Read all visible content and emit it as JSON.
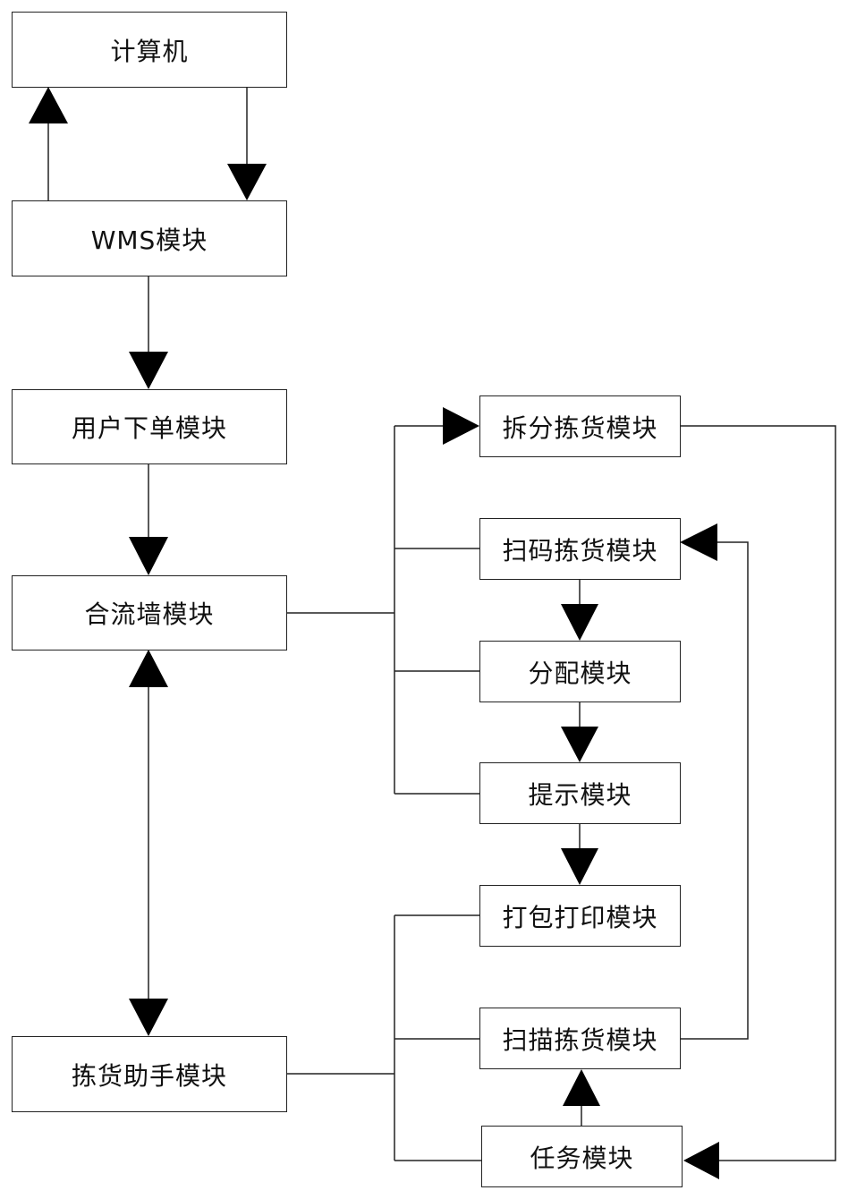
{
  "nodes": {
    "computer": "计算机",
    "wms": "WMS模块",
    "user_order": "用户下单模块",
    "merge_wall": "合流墙模块",
    "picking_assistant": "拣货助手模块",
    "split_picking": "拆分拣货模块",
    "scan_code_picking": "扫码拣货模块",
    "allocation": "分配模块",
    "prompt": "提示模块",
    "pack_print": "打包打印模块",
    "scan_picking": "扫描拣货模块",
    "task": "任务模块"
  },
  "edges": [
    {
      "from": "wms",
      "to": "computer"
    },
    {
      "from": "computer",
      "to": "wms"
    },
    {
      "from": "wms",
      "to": "user_order"
    },
    {
      "from": "user_order",
      "to": "merge_wall"
    },
    {
      "from": "merge_wall",
      "to": "picking_assistant",
      "bidirectional": true
    },
    {
      "from": "merge_wall",
      "to": "split_picking"
    },
    {
      "from": "merge_wall",
      "to": "scan_code_picking"
    },
    {
      "from": "merge_wall",
      "to": "allocation"
    },
    {
      "from": "merge_wall",
      "to": "prompt"
    },
    {
      "from": "scan_code_picking",
      "to": "allocation"
    },
    {
      "from": "allocation",
      "to": "prompt"
    },
    {
      "from": "prompt",
      "to": "pack_print"
    },
    {
      "from": "picking_assistant",
      "to": "pack_print"
    },
    {
      "from": "picking_assistant",
      "to": "scan_picking"
    },
    {
      "from": "picking_assistant",
      "to": "task"
    },
    {
      "from": "task",
      "to": "scan_picking"
    },
    {
      "from": "scan_picking",
      "to": "scan_code_picking"
    },
    {
      "from": "split_picking",
      "to": "task"
    }
  ]
}
